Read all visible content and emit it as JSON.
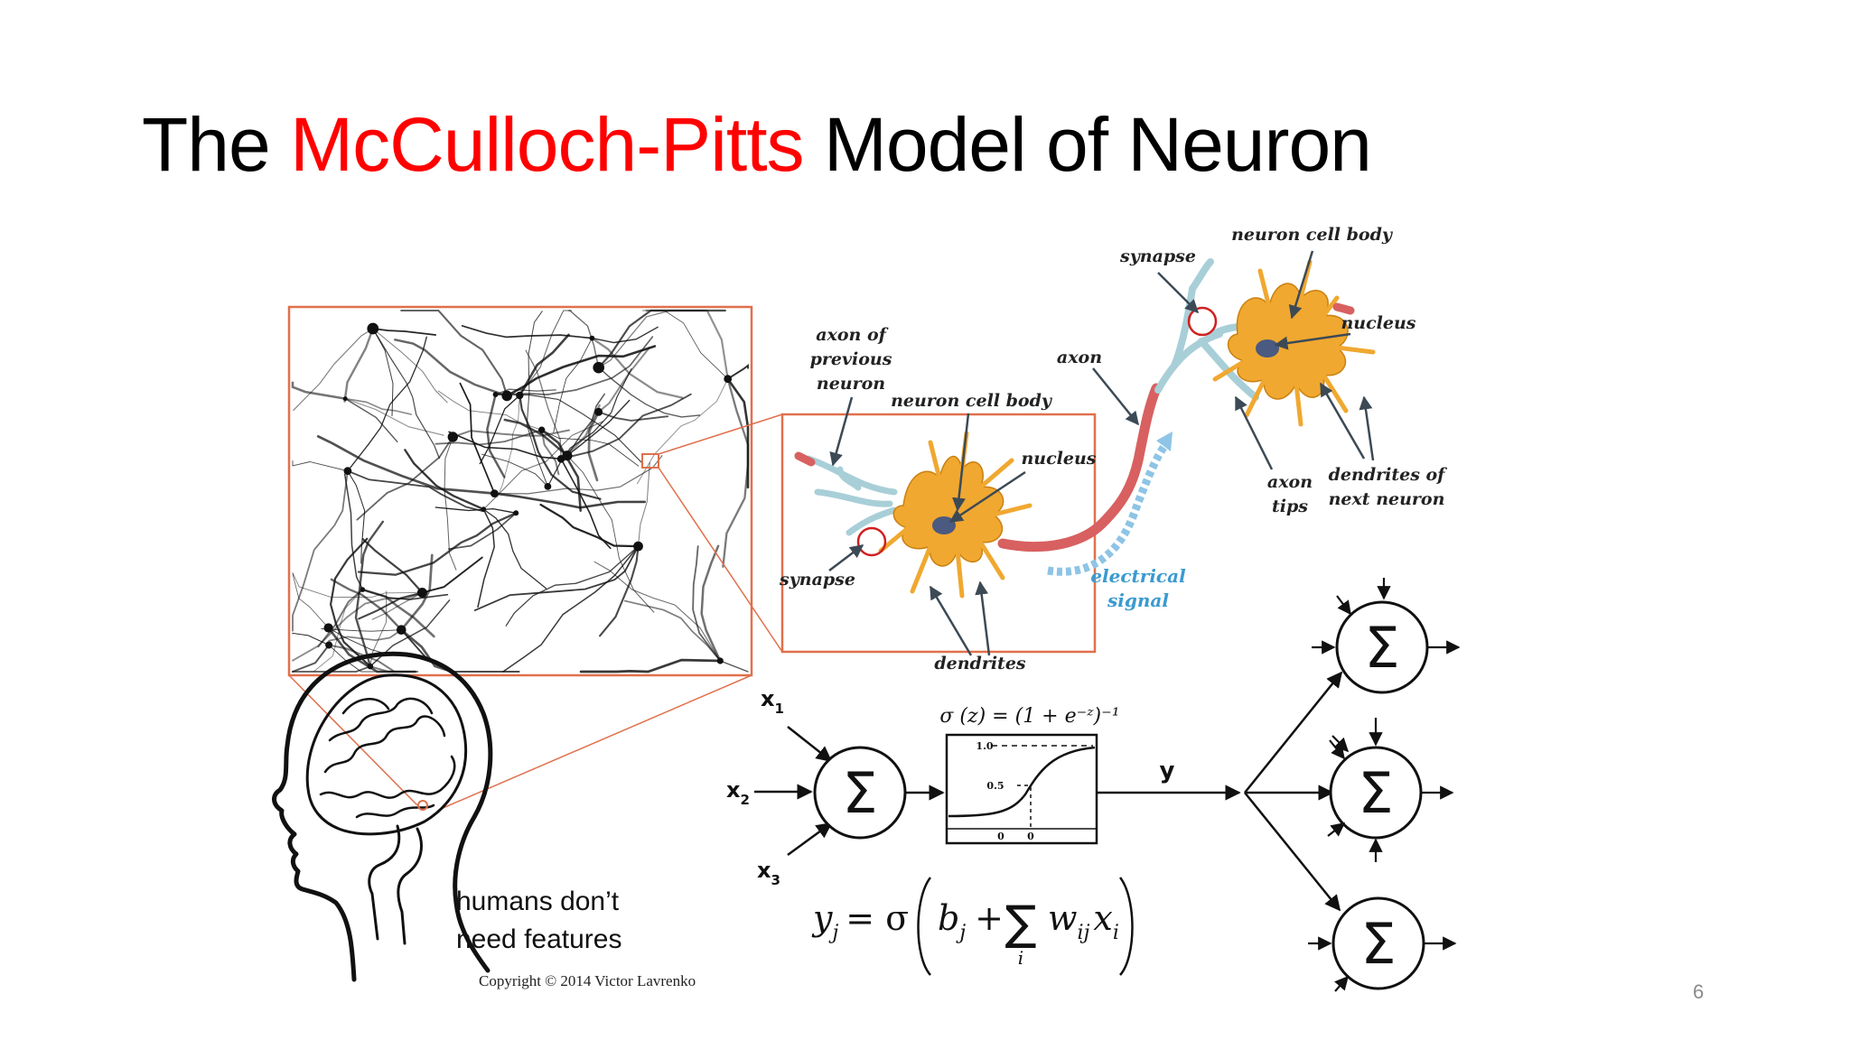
{
  "slide": {
    "title_prefix": "The ",
    "title_accent": "McCulloch-Pitts",
    "title_suffix": " Model of Neuron",
    "page_number": "6",
    "accent_color": "#ff0000"
  },
  "biology": {
    "label_axon_previous": [
      "axon of",
      "previous",
      "neuron"
    ],
    "label_cell_body_1": "neuron cell body",
    "label_nucleus_1": "nucleus",
    "label_synapse_1": "synapse",
    "label_dendrites": "dendrites",
    "label_axon": "axon",
    "label_electrical_signal": [
      "electrical",
      "signal"
    ],
    "label_synapse_2": "synapse",
    "label_cell_body_2": "neuron cell body",
    "label_nucleus_2": "nucleus",
    "label_axon_tips": [
      "axon",
      "tips"
    ],
    "label_dendrites_next": [
      "dendrites of",
      "next neuron"
    ],
    "neuron_color": "#f0a830",
    "dendrite_color": "#a8cfd8",
    "axon_color": "#d86060"
  },
  "caption": {
    "line1": "humans don’t",
    "line2": "need features",
    "copyright": "Copyright © 2014 Victor Lavrenko"
  },
  "model": {
    "input_1": "x",
    "input_1_sub": "1",
    "input_2": "x",
    "input_2_sub": "2",
    "input_3": "x",
    "input_3_sub": "3",
    "sum_symbol": "Σ",
    "output_label": "y",
    "sigmoid_formula": "σ (z) = (1 + e⁻ᶻ)⁻¹",
    "tick_top": "1.0",
    "tick_mid": "0.5",
    "tick_x0": "0",
    "tick_x1": "0",
    "equation_lhs": "y",
    "equation_lhs_sub": "j",
    "equation_eq": "= σ",
    "equation_b": "b",
    "equation_b_sub": "j",
    "equation_plus": "+",
    "equation_sum": "∑",
    "equation_sum_sub": "i",
    "equation_w": "w",
    "equation_w_sub": "ij",
    "equation_x": "x",
    "equation_x_sub": "i"
  }
}
